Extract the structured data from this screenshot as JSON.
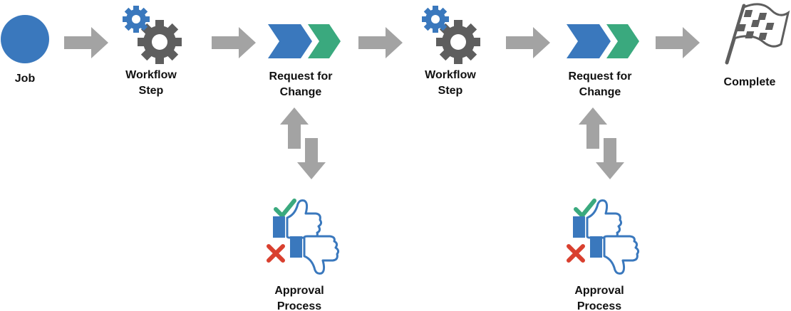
{
  "nodes": {
    "job": {
      "label": "Job",
      "icon": "circle-icon"
    },
    "workflow_step_1": {
      "line1": "Workflow",
      "line2": "Step",
      "icon": "gears-icon"
    },
    "request_for_change_1": {
      "line1": "Request for",
      "line2": "Change",
      "icon": "chevrons-icon"
    },
    "workflow_step_2": {
      "line1": "Workflow",
      "line2": "Step",
      "icon": "gears-icon"
    },
    "request_for_change_2": {
      "line1": "Request for",
      "line2": "Change",
      "icon": "chevrons-icon"
    },
    "complete": {
      "label": "Complete",
      "icon": "checkered-flag-icon"
    },
    "approval_process_1": {
      "line1": "Approval",
      "line2": "Process",
      "icon": "thumbs-approve-reject-icon"
    },
    "approval_process_2": {
      "line1": "Approval",
      "line2": "Process",
      "icon": "thumbs-approve-reject-icon"
    }
  },
  "colors": {
    "blue": "#3a78bd",
    "green": "#3aa97e",
    "gray": "#a3a3a3",
    "dark_gray": "#5e5e5e",
    "red": "#d9402f"
  }
}
